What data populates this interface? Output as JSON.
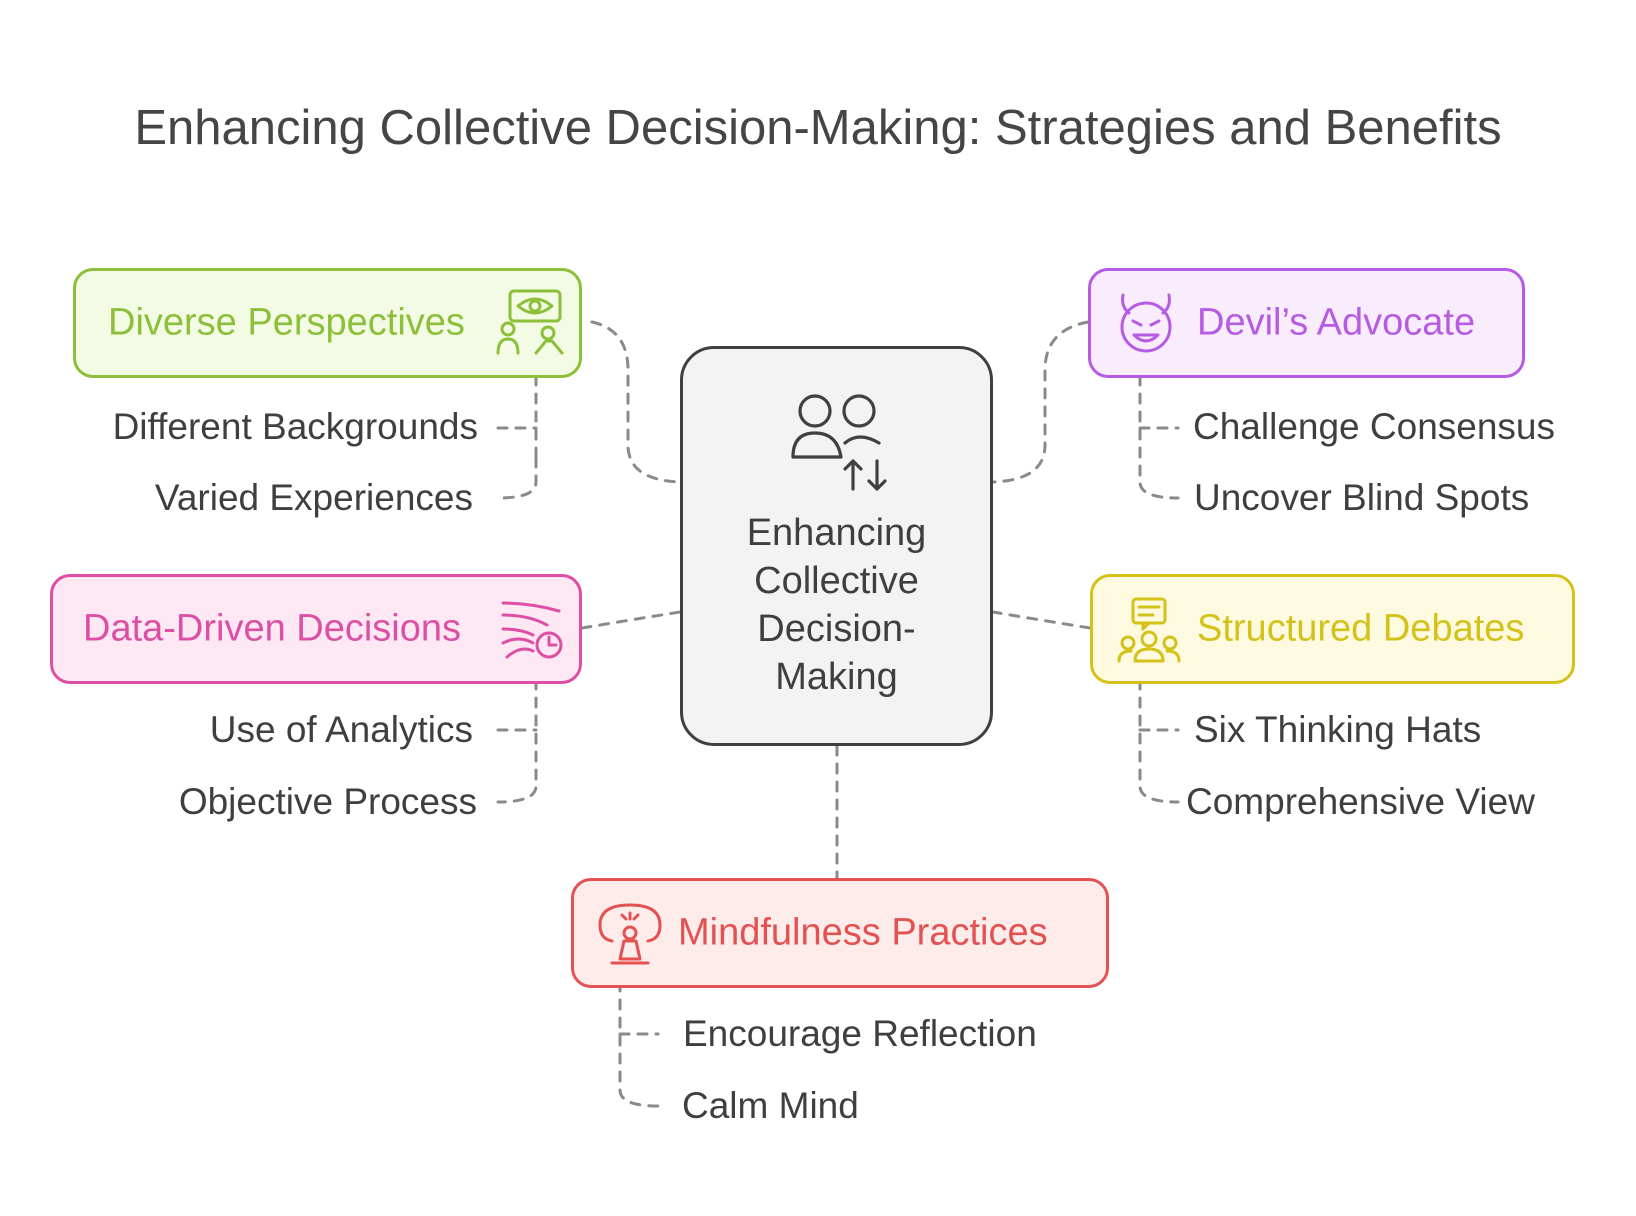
{
  "title": "Enhancing Collective Decision-Making: Strategies and Benefits",
  "center": {
    "label": "Enhancing\nCollective\nDecision-\nMaking",
    "icon": "people-exchange-icon"
  },
  "branches": [
    {
      "id": "diverse",
      "label": "Diverse Perspectives",
      "icon": "eye-people-icon",
      "color": "#8cbf3a",
      "fill": "#f3fbe4",
      "items": [
        "Different Backgrounds",
        "Varied Experiences"
      ]
    },
    {
      "id": "devil",
      "label": "Devil’s Advocate",
      "icon": "devil-face-icon",
      "color": "#b65ce3",
      "fill": "#f8ecfd",
      "items": [
        "Challenge Consensus",
        "Uncover Blind Spots"
      ]
    },
    {
      "id": "data",
      "label": "Data-Driven Decisions",
      "icon": "data-flow-icon",
      "color": "#dd4fa5",
      "fill": "#fde8f4",
      "items": [
        "Use of Analytics",
        "Objective Process"
      ]
    },
    {
      "id": "debates",
      "label": "Structured Debates",
      "icon": "group-discussion-icon",
      "color": "#d4c21b",
      "fill": "#fdfadf",
      "items": [
        "Six Thinking Hats",
        "Comprehensive View"
      ]
    },
    {
      "id": "mindful",
      "label": "Mindfulness Practices",
      "icon": "meditation-mind-icon",
      "color": "#e25252",
      "fill": "#fdecea",
      "items": [
        "Encourage Reflection",
        "Calm Mind"
      ]
    }
  ]
}
